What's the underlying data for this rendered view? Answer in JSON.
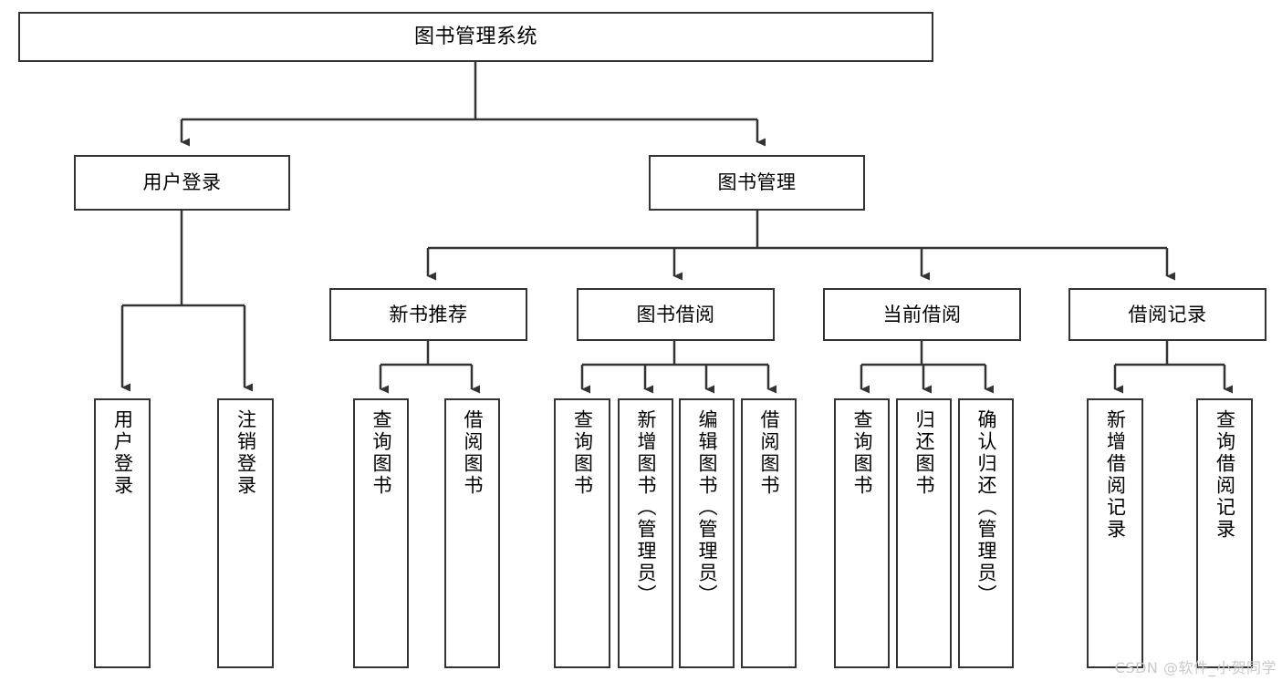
{
  "diagram": {
    "title": "图书管理系统",
    "type": "tree-hierarchy-chart",
    "watermark": "CSDN @软件_小贺同学",
    "colors": {
      "box_border": "#333333",
      "box_fill": "#ffffff",
      "edge": "#333333",
      "background": "#ffffff",
      "watermark": "#c9c9c9"
    },
    "nodes": {
      "root": {
        "label": "图书管理系统"
      },
      "level2": [
        {
          "id": "user-login",
          "label": "用户登录"
        },
        {
          "id": "book-management",
          "label": "图书管理"
        }
      ],
      "level3": [
        {
          "id": "new-book-recommend",
          "label": "新书推荐"
        },
        {
          "id": "book-borrow",
          "label": "图书借阅"
        },
        {
          "id": "current-borrow",
          "label": "当前借阅"
        },
        {
          "id": "borrow-record",
          "label": "借阅记录"
        }
      ],
      "leaves": {
        "user-login": [
          {
            "id": "leaf-user-login",
            "label": "用户登录"
          },
          {
            "id": "leaf-logout",
            "label": "注销登录"
          }
        ],
        "new-book-recommend": [
          {
            "id": "leaf-query-book-1",
            "label": "查询图书"
          },
          {
            "id": "leaf-borrow-book-1",
            "label": "借阅图书"
          }
        ],
        "book-borrow": [
          {
            "id": "leaf-query-book-2",
            "label": "查询图书"
          },
          {
            "id": "leaf-add-book",
            "label": "新增图书（管理员）"
          },
          {
            "id": "leaf-edit-book",
            "label": "编辑图书（管理员）"
          },
          {
            "id": "leaf-borrow-book-2",
            "label": "借阅图书"
          }
        ],
        "current-borrow": [
          {
            "id": "leaf-query-book-3",
            "label": "查询图书"
          },
          {
            "id": "leaf-return-book",
            "label": "归还图书"
          },
          {
            "id": "leaf-confirm-return",
            "label": "确认归还（管理员）"
          }
        ],
        "borrow-record": [
          {
            "id": "leaf-add-record",
            "label": "新增借阅记录"
          },
          {
            "id": "leaf-query-record",
            "label": "查询借阅记录"
          }
        ]
      }
    }
  }
}
